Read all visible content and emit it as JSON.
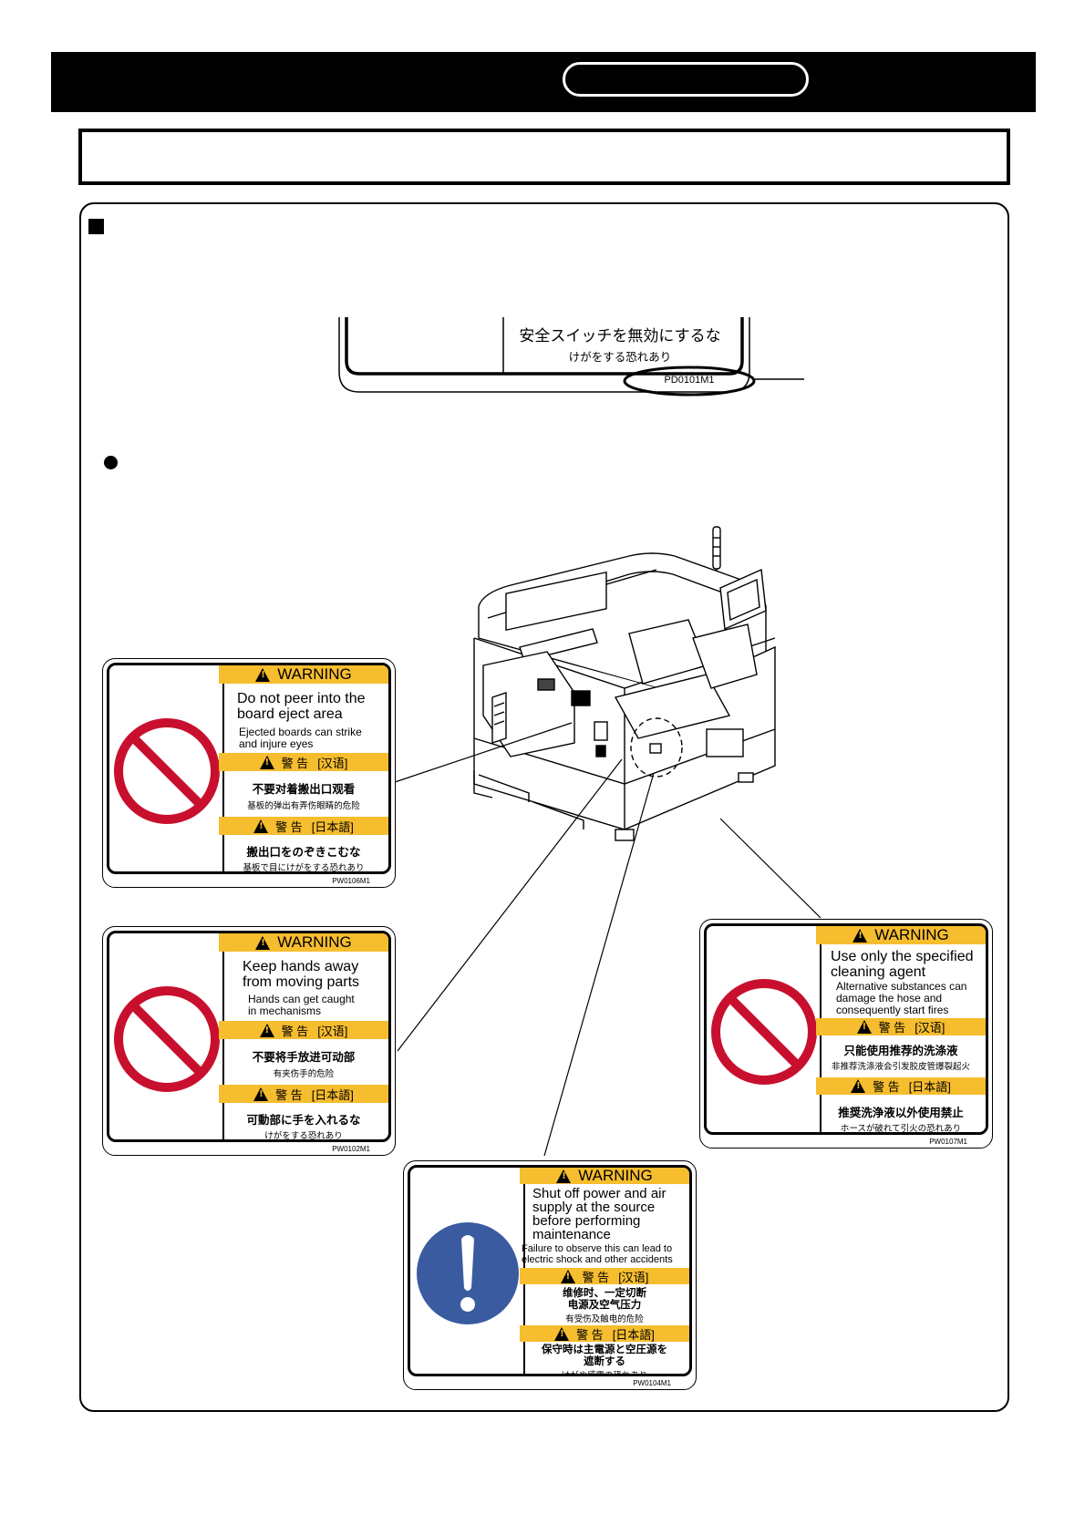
{
  "snippet": {
    "japanese_line1": "安全スイッチを無効にするな",
    "japanese_line2": "けがをする恐れあり",
    "code": "PD0101M1"
  },
  "labels": {
    "eject": {
      "warning": "WARNING",
      "en_main": "Do not peer into the\nboard eject area",
      "en_sub": "Ejected boards can strike\nand injure eyes",
      "warn_cjk": "警 告",
      "tag_zh": "[汉语]",
      "zh_main": "不要对着搬出口观看",
      "zh_sub": "基板的弹出有弄伤眼睛的危险",
      "tag_ja": "[日本語]",
      "ja_main": "搬出口をのぞきこむな",
      "ja_sub": "基板で目にけがをする恐れあり",
      "code": "PW0106M1",
      "symbol": "prohibition-sign"
    },
    "hands": {
      "warning": "WARNING",
      "en_main": "Keep hands away\nfrom moving parts",
      "en_sub": "Hands can get caught\nin mechanisms",
      "warn_cjk": "警 告",
      "tag_zh": "[汉语]",
      "zh_main": "不要将手放进可动部",
      "zh_sub": "有夹伤手的危险",
      "tag_ja": "[日本語]",
      "ja_main": "可動部に手を入れるな",
      "ja_sub": "けがをする恐れあり",
      "code": "PW0102M1",
      "symbol": "prohibition-sign"
    },
    "cleaning": {
      "warning": "WARNING",
      "en_main": "Use only the specified\ncleaning agent",
      "en_sub": "Alternative substances can\ndamage the hose and\nconsequently start fires",
      "warn_cjk": "警 告",
      "tag_zh": "[汉语]",
      "zh_main": "只能使用推荐的洗涤液",
      "zh_sub": "非推荐洗涤液会引发胶皮管爆裂起火",
      "tag_ja": "[日本語]",
      "ja_main": "推奨洗浄液以外使用禁止",
      "ja_sub": "ホースが破れて引火の恐れあり",
      "code": "PW0107M1",
      "symbol": "prohibition-sign"
    },
    "power": {
      "warning": "WARNING",
      "en_main": "Shut off power and air\nsupply at the source\nbefore performing\nmaintenance",
      "en_sub": "Failure to observe this can lead to\nelectric shock and other accidents",
      "warn_cjk": "警 告",
      "tag_zh": "[汉语]",
      "zh_main": "维修时、一定切断\n电源及空气压力",
      "zh_sub": "有受伤及触电的危险",
      "tag_ja": "[日本語]",
      "ja_main": "保守時は主電源と空圧源を\n遮断する",
      "ja_sub": "けがや感電の恐れあり",
      "code": "PW0104M1",
      "symbol": "mandatory-action-sign"
    }
  },
  "colors": {
    "warning_band": "#f6bd2f",
    "prohibition_red": "#c8102e",
    "mandatory_blue": "#3a5ba0"
  }
}
